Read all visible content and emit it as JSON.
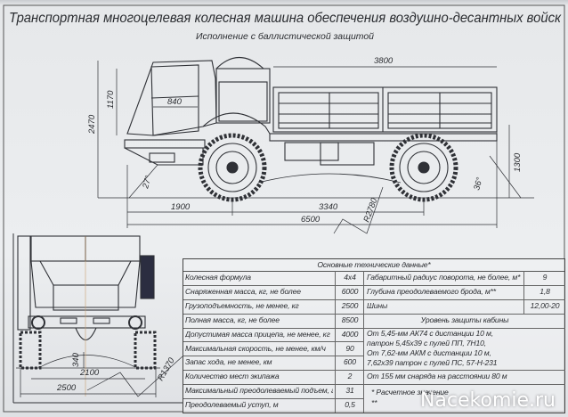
{
  "title": "Транспортная многоцелевая колесная машина обеспечения воздушно-десантных войск",
  "subtitle": "Исполнение с баллистической защитой",
  "side_view": {
    "dims": {
      "bed_length": "3800",
      "overall_height": "2470",
      "cab_height": "1170",
      "door_width": "840",
      "bed_height": "1300",
      "front_overhang": "1900",
      "wheelbase": "3340",
      "overall_length": "6500",
      "ramp_radius": "R2780",
      "approach_angle": "27°",
      "departure_angle": "36°"
    }
  },
  "front_view": {
    "dims": {
      "track": "2100",
      "overall_width": "2500",
      "ground_clearance": "340",
      "radius": "R1370"
    }
  },
  "spec_table": {
    "header": "Основные технические данные*",
    "rows": [
      {
        "label": "Колесная формула",
        "value": "4x4"
      },
      {
        "label": "Снаряженная масса, кг, не более",
        "value": "6000"
      },
      {
        "label": "Грузоподъемность, не менее, кг",
        "value": "2500"
      },
      {
        "label": "Полная масса, кг, не более",
        "value": "8500"
      },
      {
        "label": "Допустимая масса прицепа, не менее, кг",
        "value": "4000"
      },
      {
        "label": "Максимальная скорость, не менее, км/ч",
        "value": "90"
      },
      {
        "label": "Запас хода, не менее, км",
        "value": "600"
      },
      {
        "label": "Количество мест экипажа",
        "value": "2"
      },
      {
        "label": "Максимальный преодолеваемый подъем, град",
        "value": "31"
      },
      {
        "label": "Преодолеваемый уступ, м",
        "value": "0,5"
      }
    ],
    "right_rows": [
      {
        "label": "Габаритный радиус поворота, не более, м*",
        "value": "9"
      },
      {
        "label": "Глубина преодолеваемого брода, м**",
        "value": "1,8"
      },
      {
        "label": "Шины",
        "value": "12,00-20"
      }
    ],
    "protection_header": "Уровень защиты кабины",
    "protection_lines": [
      "От 5,45-мм АК74 с дистанции 10 м,",
      "патрон 5,45х39 с пулей ПП, 7Н10,",
      "От 7,62-мм АКМ с дистанции 10 м,",
      "7,62х39 патрон с пулей ПС, 57-Н-231"
    ],
    "protection_shell": "От 155 мм снаряда на расстоянии 80 м",
    "footnotes": [
      "* Расчетное значение",
      "**"
    ]
  },
  "watermark": "Nacekomie.ru",
  "colors": {
    "paper": "#eceef0",
    "ink": "#2a2c30"
  }
}
